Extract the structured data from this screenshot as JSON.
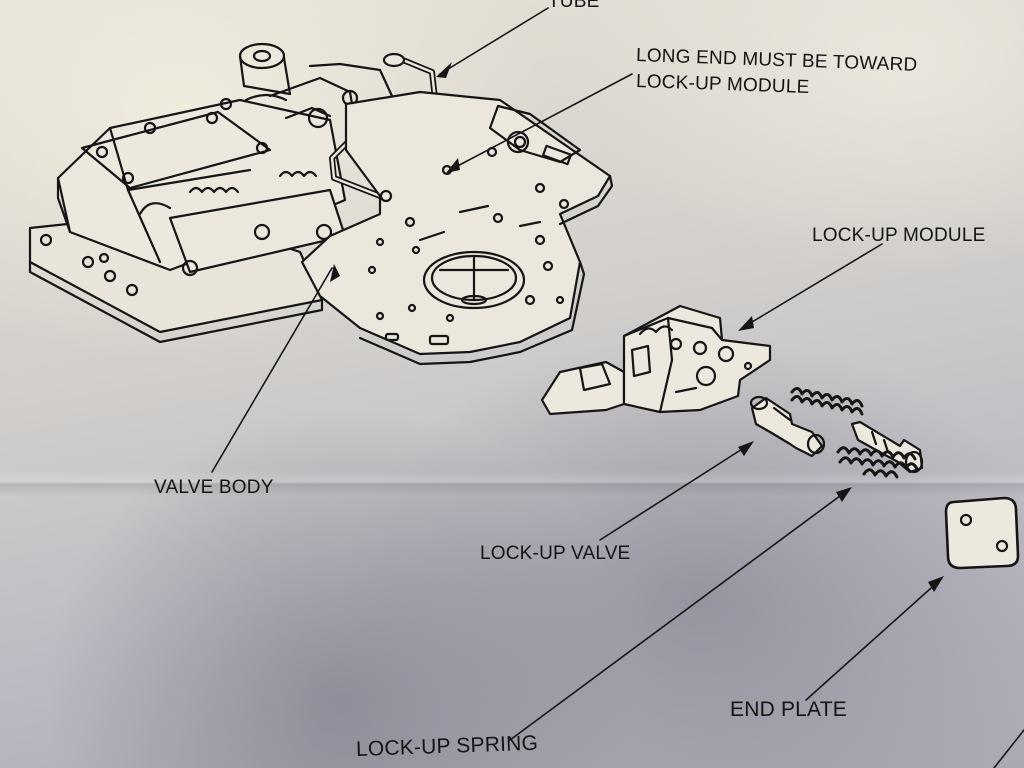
{
  "labels": {
    "tube": "TUBE",
    "long_end_line1": "LONG END MUST BE TOWARD",
    "long_end_line2": "LOCK-UP MODULE",
    "lockup_module": "LOCK-UP MODULE",
    "valve_body": "VALVE BODY",
    "lockup_valve": "LOCK-UP VALVE",
    "lockup_spring": "LOCK-UP SPRING",
    "end_plate": "END PLATE"
  },
  "colors": {
    "ink": "#141414",
    "paper": "#e6e2d6",
    "shadow": "#a9a8b3"
  }
}
